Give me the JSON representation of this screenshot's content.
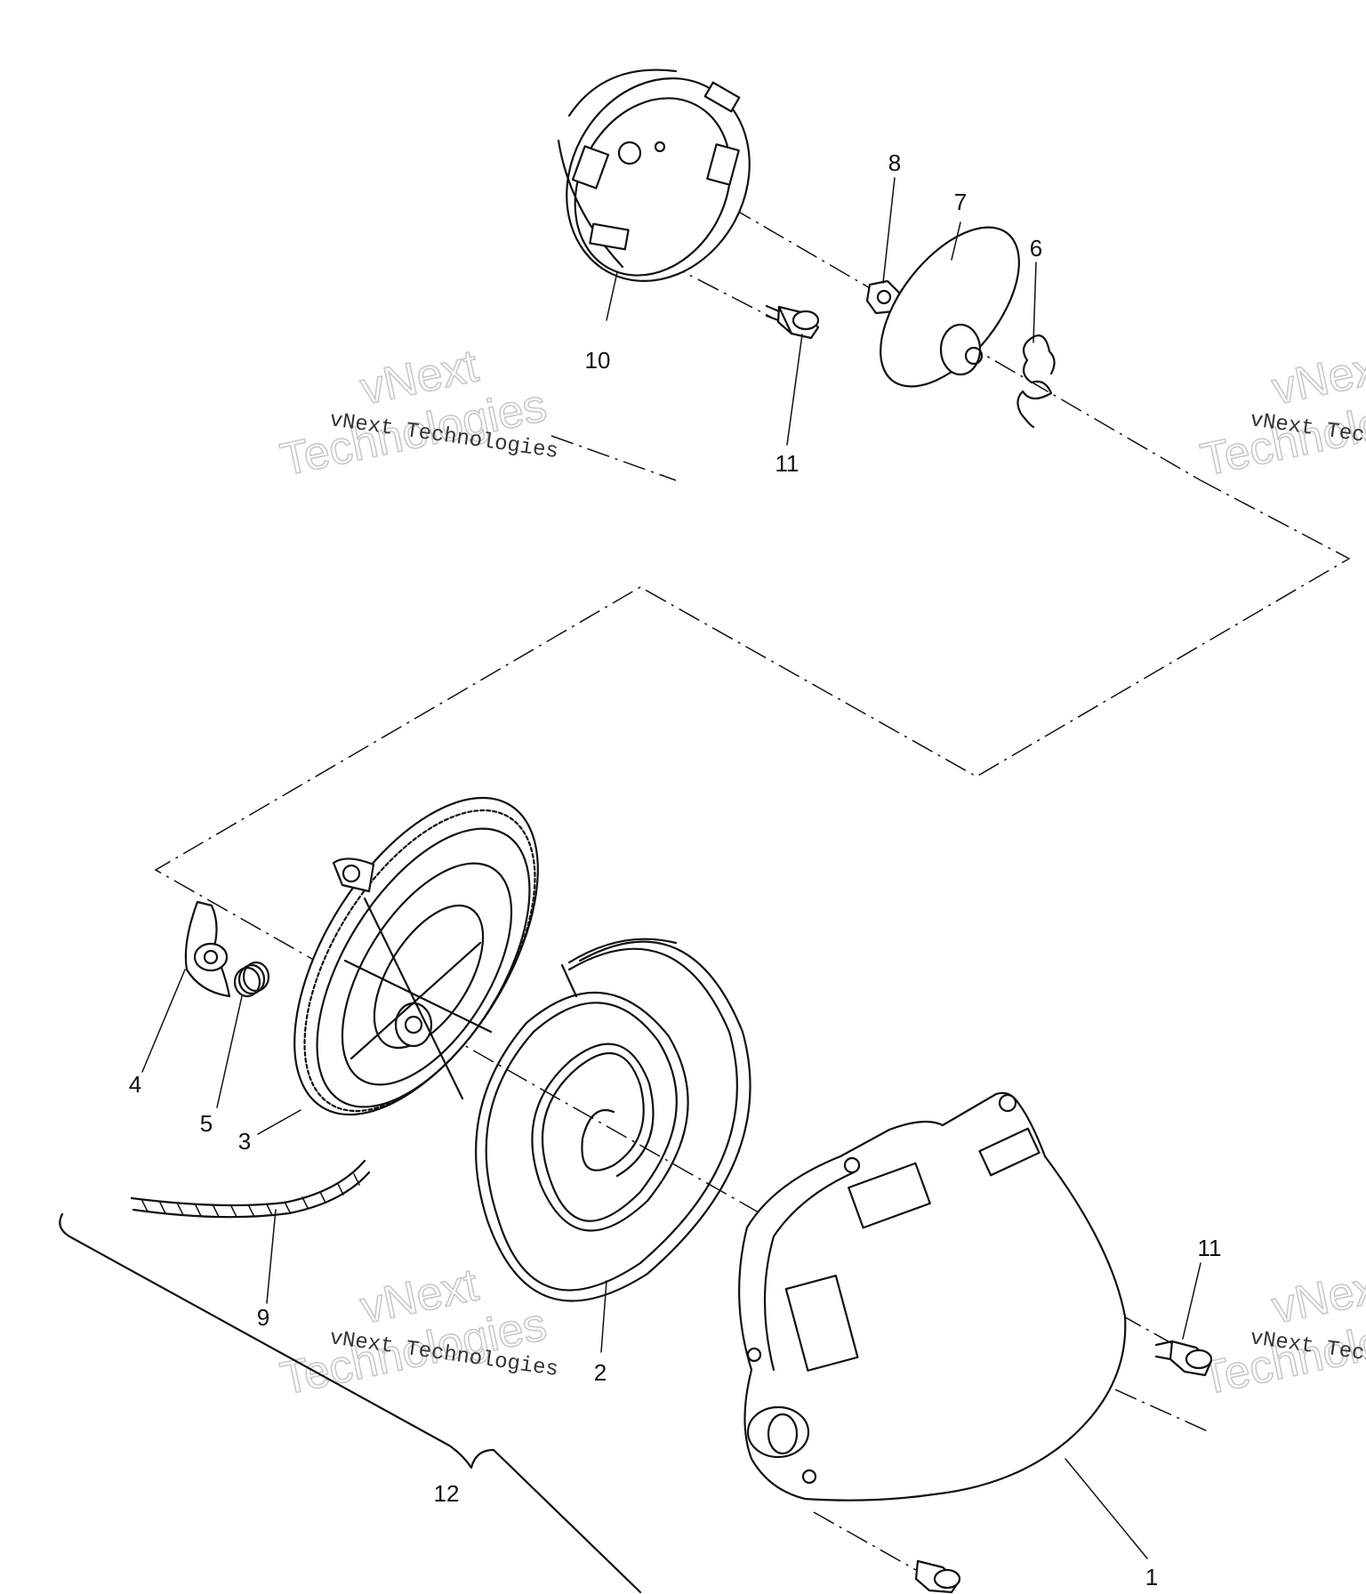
{
  "callouts": [
    {
      "id": "1",
      "text": "1"
    },
    {
      "id": "2",
      "text": "2"
    },
    {
      "id": "3",
      "text": "3"
    },
    {
      "id": "4",
      "text": "4"
    },
    {
      "id": "5",
      "text": "5"
    },
    {
      "id": "6",
      "text": "6"
    },
    {
      "id": "7",
      "text": "7"
    },
    {
      "id": "8",
      "text": "8"
    },
    {
      "id": "9",
      "text": "9"
    },
    {
      "id": "10",
      "text": "10"
    },
    {
      "id": "11a",
      "text": "11"
    },
    {
      "id": "11b",
      "text": "11"
    },
    {
      "id": "12",
      "text": "12"
    }
  ],
  "watermark": {
    "line": "vNext Technologies",
    "big_top": "vNext",
    "big_bottom": "Technologies"
  }
}
